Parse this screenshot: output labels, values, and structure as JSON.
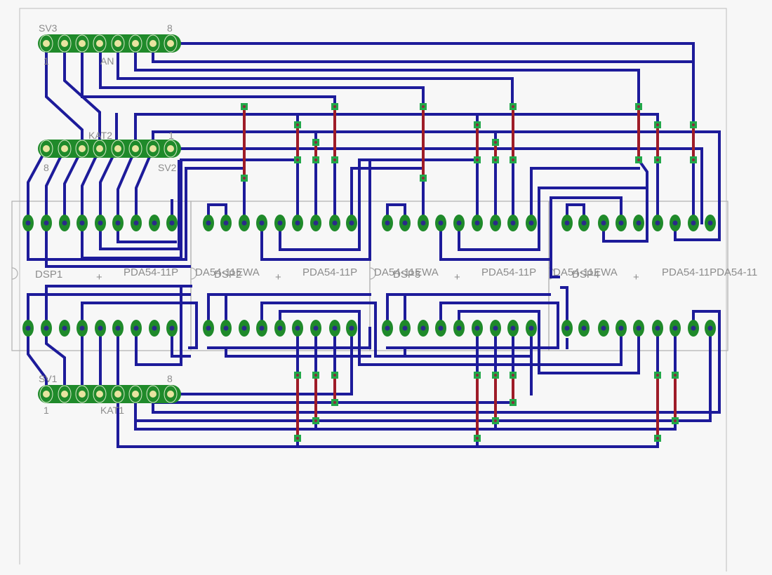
{
  "headers": {
    "sv3": {
      "name": "SV3",
      "pin_first": "1",
      "pin_last": "8",
      "signal": "AN"
    },
    "sv2": {
      "name": "SV2",
      "pin_first": "1",
      "pin_last": "8",
      "signal": "KAT2"
    },
    "sv1": {
      "name": "SV1",
      "pin_first": "1",
      "pin_last": "8",
      "signal": "KAT1"
    }
  },
  "displays": [
    {
      "name": "DSP1",
      "value": "PDA54-11P",
      "side": "",
      "plus": "+"
    },
    {
      "name": "DSP2",
      "value": "PDA54-11P",
      "side": "DA54-11EWA",
      "plus": "+"
    },
    {
      "name": "DSP3",
      "value": "PDA54-11P",
      "side": "DA54-11EWA",
      "plus": "+"
    },
    {
      "name": "DSP4",
      "value": "PDA54-11PDA54-11",
      "side": "DA54-11EWA",
      "plus": "+"
    }
  ],
  "colors": {
    "background": "#f7f7f7",
    "trace": "#1d1b9a",
    "jumper": "#9e1c28",
    "pad": "#1f8a2a",
    "via": "#22a84a",
    "silk": "#8c8c8c",
    "outline": "#b0b0b0"
  }
}
